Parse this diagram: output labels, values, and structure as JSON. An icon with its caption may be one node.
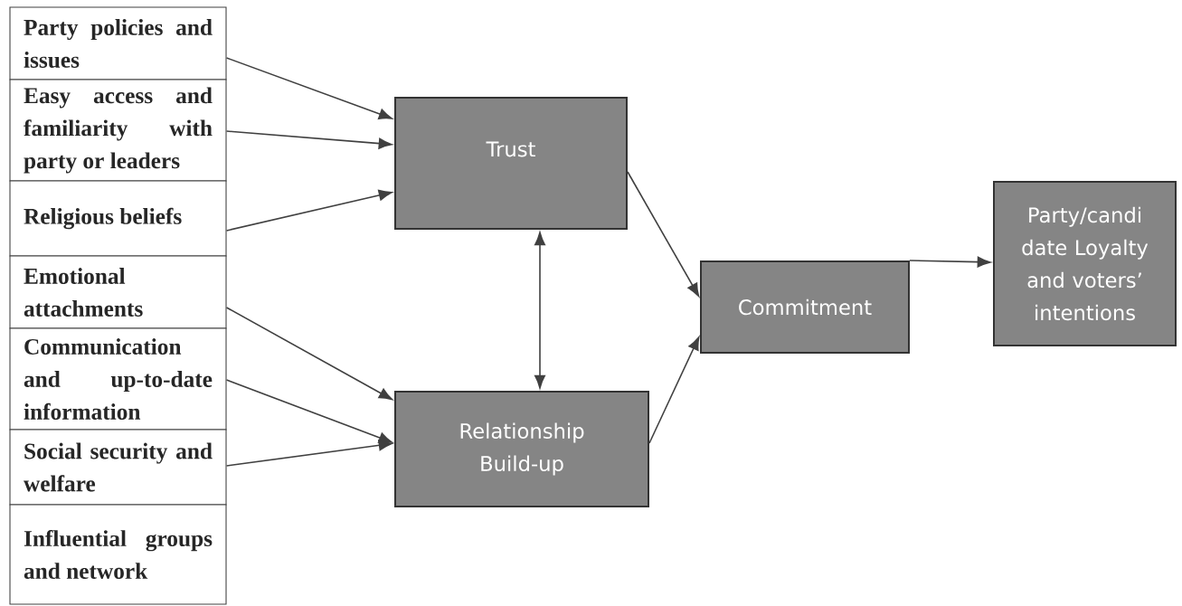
{
  "diagram": {
    "nodes": [
      {
        "text": [
          "Party policies and issues"
        ]
      },
      {
        "text": [
          "Easy access and familiarity with party or leaders"
        ]
      },
      {
        "text": [
          "Religious beliefs"
        ]
      },
      {
        "text": [
          "Emotional attachments"
        ]
      },
      {
        "text": [
          "Communication and up-to-date information"
        ]
      },
      {
        "text": [
          "Social security and welfare"
        ]
      },
      {
        "text": [
          "Influential groups and network"
        ]
      },
      {
        "text": [
          "Trust"
        ]
      },
      {
        "text": [
          "Relationship Build-up"
        ]
      },
      {
        "text": [
          "Commitment"
        ]
      },
      {
        "text": [
          "Party/candi date Loyalty and voters’ intentions"
        ]
      }
    ],
    "edges": [
      {
        "from": 0,
        "to": 7,
        "arrow": "to"
      },
      {
        "from": 1,
        "to": 7,
        "arrow": "to"
      },
      {
        "from": 2,
        "to": 7,
        "arrow": "to"
      },
      {
        "from": 3,
        "to": 8,
        "arrow": "to"
      },
      {
        "from": 4,
        "to": 8,
        "arrow": "to"
      },
      {
        "from": 5,
        "to": 8,
        "arrow": "to"
      },
      {
        "from": 7,
        "to": 8,
        "arrow": "both"
      },
      {
        "from": 7,
        "to": 9,
        "arrow": "to"
      },
      {
        "from": 8,
        "to": 9,
        "arrow": "to"
      },
      {
        "from": 9,
        "to": 10,
        "arrow": "to"
      }
    ]
  }
}
